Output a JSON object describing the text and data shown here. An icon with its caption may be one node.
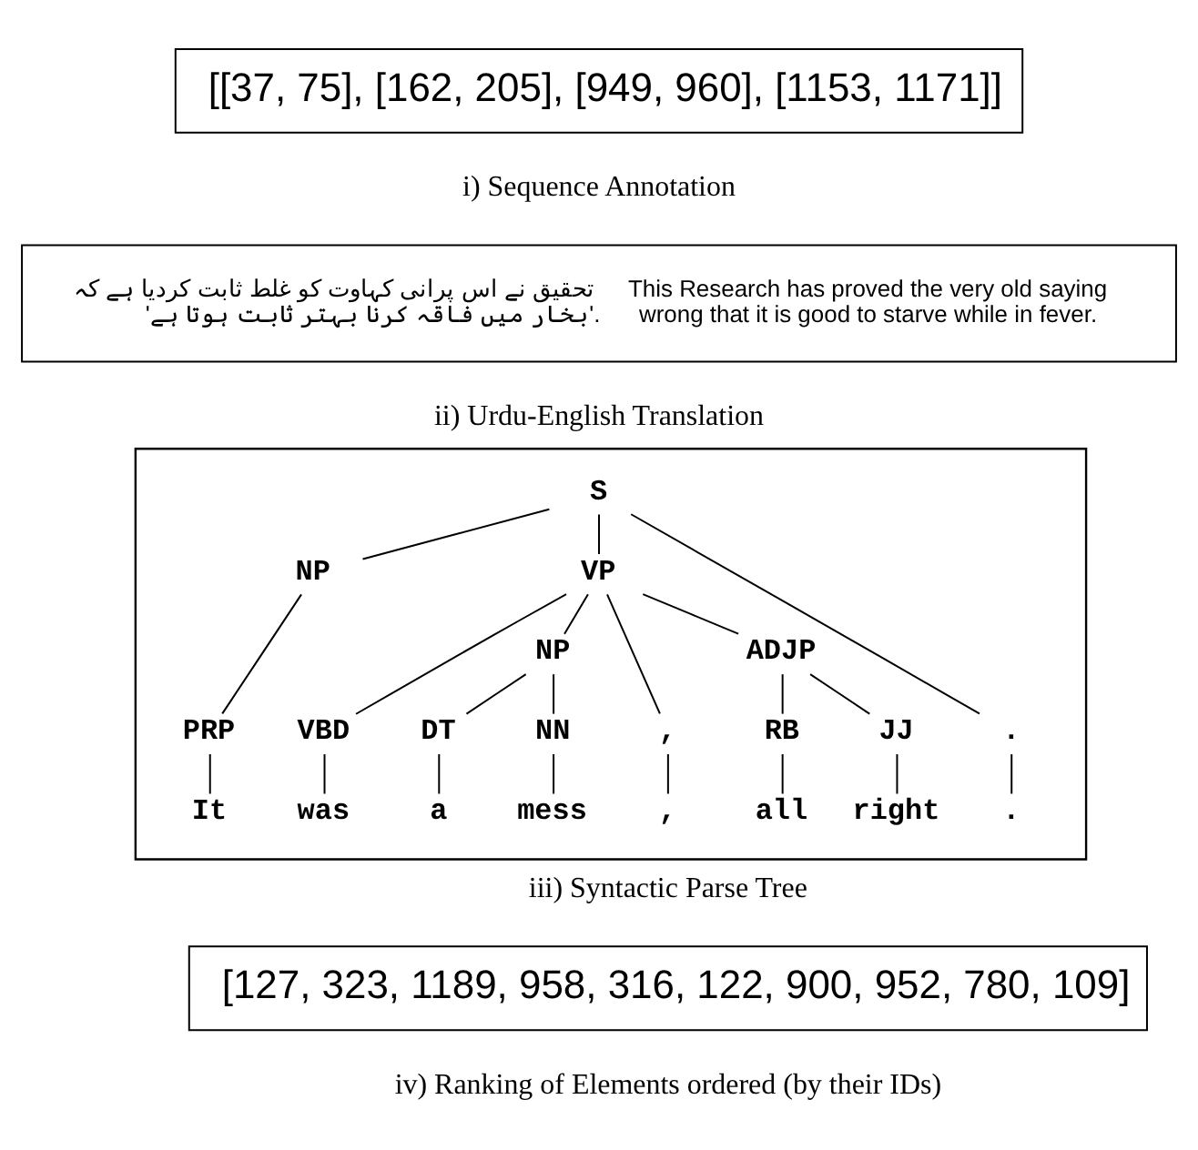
{
  "diagram": {
    "nodes": [
      {
        "text": [
          "[[37, 75], [162, 205], [949, 960], [1153, 1171]]"
        ],
        "beside": [
          "i) Sequence Annotation"
        ]
      },
      {
        "text": [
          "تحقیق نے اس پرانی کہاوت کو غلط ثابت کردیا ہے کہ 'بخار میں فاقہ کرنا بہتر ثابت ہوتا ہے'.",
          "This Research has proved the very old saying wrong that it is good to starve while in fever."
        ],
        "beside": [
          "ii) Urdu-English Translation"
        ]
      },
      {
        "text": [],
        "shape": "box",
        "beside": [
          "iii) Syntactic Parse Tree"
        ]
      },
      {
        "text": [
          "S"
        ],
        "in": 2
      },
      {
        "text": [
          "VP"
        ],
        "in": 2
      },
      {
        "text": [
          "NP"
        ],
        "in": 2
      },
      {
        "text": [
          "NP"
        ],
        "in": 2
      },
      {
        "text": [
          "ADJP"
        ],
        "in": 2
      },
      {
        "text": [
          "PRP"
        ],
        "in": 2
      },
      {
        "text": [
          "VBD"
        ],
        "in": 2
      },
      {
        "text": [
          "DT"
        ],
        "in": 2
      },
      {
        "text": [
          "NN"
        ],
        "in": 2
      },
      {
        "text": [
          ","
        ],
        "in": 2
      },
      {
        "text": [
          "RB"
        ],
        "in": 2
      },
      {
        "text": [
          "JJ"
        ],
        "in": 2
      },
      {
        "text": [
          "."
        ],
        "in": 2
      },
      {
        "text": [
          "It"
        ],
        "in": 2
      },
      {
        "text": [
          "was"
        ],
        "in": 2
      },
      {
        "text": [
          "a"
        ],
        "in": 2
      },
      {
        "text": [
          "mess"
        ],
        "in": 2
      },
      {
        "text": [
          ","
        ],
        "in": 2
      },
      {
        "text": [
          "all"
        ],
        "in": 2
      },
      {
        "text": [
          "right"
        ],
        "in": 2
      },
      {
        "text": [
          "."
        ],
        "in": 2
      },
      {
        "text": [
          "[127, 323, 1189, 958, 316, 122, 900, 952, 780, 109]"
        ],
        "beside": [
          "iv) Ranking of Elements ordered (by their IDs)"
        ]
      }
    ],
    "edges": [
      {
        "from": 3,
        "to": 5,
        "arrow": "none"
      },
      {
        "from": 3,
        "to": 4,
        "arrow": "none"
      },
      {
        "from": 3,
        "to": 15,
        "arrow": "none"
      },
      {
        "from": 4,
        "to": 9,
        "arrow": "none"
      },
      {
        "from": 4,
        "to": 6,
        "arrow": "none"
      },
      {
        "from": 4,
        "to": 12,
        "arrow": "none"
      },
      {
        "from": 4,
        "to": 7,
        "arrow": "none"
      },
      {
        "from": 5,
        "to": 8,
        "arrow": "none"
      },
      {
        "from": 6,
        "to": 10,
        "arrow": "none"
      },
      {
        "from": 6,
        "to": 11,
        "arrow": "none"
      },
      {
        "from": 7,
        "to": 13,
        "arrow": "none"
      },
      {
        "from": 7,
        "to": 14,
        "arrow": "none"
      },
      {
        "from": 8,
        "to": 16,
        "arrow": "none"
      },
      {
        "from": 9,
        "to": 17,
        "arrow": "none"
      },
      {
        "from": 10,
        "to": 18,
        "arrow": "none"
      },
      {
        "from": 11,
        "to": 19,
        "arrow": "none"
      },
      {
        "from": 12,
        "to": 20,
        "arrow": "none"
      },
      {
        "from": 13,
        "to": 21,
        "arrow": "none"
      },
      {
        "from": 14,
        "to": 22,
        "arrow": "none"
      },
      {
        "from": 15,
        "to": 23,
        "arrow": "none"
      }
    ]
  }
}
